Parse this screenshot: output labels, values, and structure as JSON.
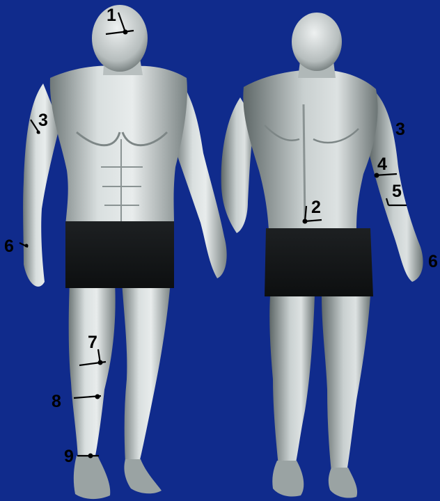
{
  "colors": {
    "background": "#102b8c",
    "skin_light": "#e4e8e8",
    "skin_mid": "#a9b1b1",
    "skin_dark": "#5d6666",
    "shorts": "#151719",
    "marker": "#000000"
  },
  "front_markers": [
    {
      "id": "m-front-1",
      "label": "1"
    },
    {
      "id": "m-front-3",
      "label": "3"
    },
    {
      "id": "m-front-6",
      "label": "6"
    },
    {
      "id": "m-front-7",
      "label": "7"
    },
    {
      "id": "m-front-8",
      "label": "8"
    },
    {
      "id": "m-front-9",
      "label": "9"
    }
  ],
  "back_markers": [
    {
      "id": "m-back-2",
      "label": "2"
    },
    {
      "id": "m-back-3",
      "label": "3"
    },
    {
      "id": "m-back-4",
      "label": "4"
    },
    {
      "id": "m-back-5",
      "label": "5"
    },
    {
      "id": "m-back-6",
      "label": "6"
    }
  ]
}
